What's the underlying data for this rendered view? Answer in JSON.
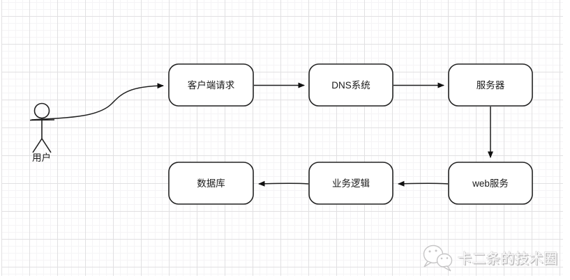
{
  "diagram": {
    "actor": {
      "label": "用户"
    },
    "nodes": [
      {
        "id": "client-request",
        "label": "客户端请求"
      },
      {
        "id": "dns-system",
        "label": "DNS系统"
      },
      {
        "id": "server",
        "label": "服务器"
      },
      {
        "id": "web-service",
        "label": "web服务"
      },
      {
        "id": "business-logic",
        "label": "业务逻辑"
      },
      {
        "id": "database",
        "label": "数据库"
      }
    ],
    "edges": [
      {
        "from": "用户",
        "to": "客户端请求"
      },
      {
        "from": "客户端请求",
        "to": "DNS系统"
      },
      {
        "from": "DNS系统",
        "to": "服务器"
      },
      {
        "from": "服务器",
        "to": "web服务"
      },
      {
        "from": "web服务",
        "to": "业务逻辑"
      },
      {
        "from": "业务逻辑",
        "to": "数据库"
      }
    ]
  },
  "watermark": {
    "icon": "wechat-icon",
    "text": "卡二条的技术圈"
  },
  "colors": {
    "node_stroke": "#222222",
    "edge_stroke": "#1f1f1f",
    "grid_major": "#e1e0e2",
    "grid_minor": "#f5f4f6",
    "watermark_gray": "#bdbdbd",
    "background": "#ffffff"
  }
}
